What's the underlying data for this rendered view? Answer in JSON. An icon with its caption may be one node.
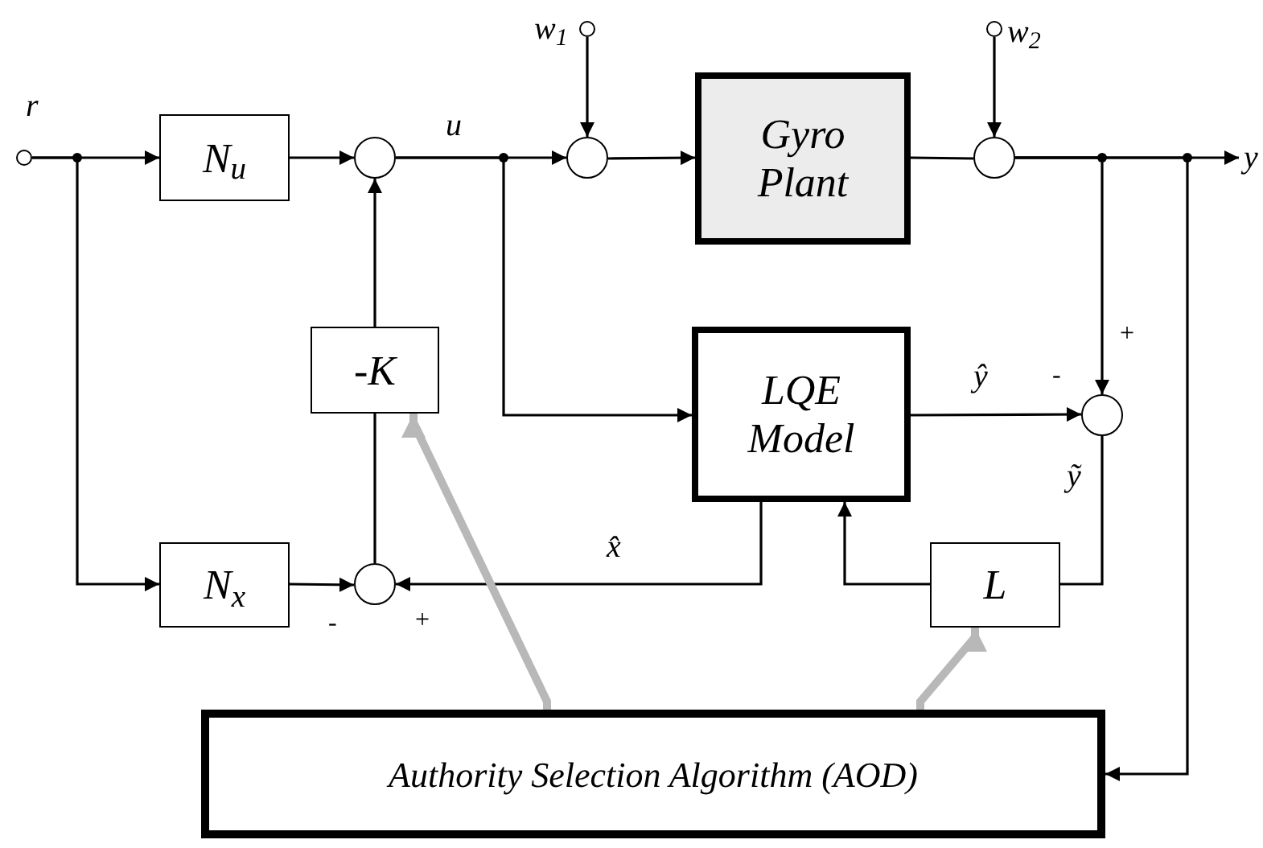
{
  "diagram": {
    "nodes": [
      {
        "text": [],
        "shape": "circle",
        "beside": [
          "r"
        ]
      },
      {
        "text": [
          "N$_{u}$"
        ]
      },
      {
        "text": [],
        "shape": "circle"
      },
      {
        "text": [],
        "shape": "circle",
        "beside": [
          "w$_{1}$"
        ]
      },
      {
        "text": [],
        "shape": "circle"
      },
      {
        "text": [
          "Gyro Plant"
        ]
      },
      {
        "text": [],
        "shape": "circle",
        "beside": [
          "w$_{2}$"
        ]
      },
      {
        "text": [],
        "shape": "circle"
      },
      {
        "text": [
          "y"
        ]
      },
      {
        "text": [
          "-K"
        ]
      },
      {
        "text": [
          "LQE Model"
        ]
      },
      {
        "text": [],
        "shape": "circle"
      },
      {
        "text": [
          "N$_{x}$"
        ]
      },
      {
        "text": [],
        "shape": "circle"
      },
      {
        "text": [
          "L"
        ]
      },
      {
        "text": [
          "Authority Selection Algorithm (AOD)"
        ]
      }
    ],
    "edges": [
      {
        "from": 0,
        "to": 1,
        "arrow": "to"
      },
      {
        "from": 0,
        "to": 12,
        "arrow": "to"
      },
      {
        "from": 1,
        "to": 2,
        "arrow": "to"
      },
      {
        "from": 9,
        "to": 2,
        "arrow": "to"
      },
      {
        "from": 2,
        "to": 4,
        "arrow": "to",
        "label": "u"
      },
      {
        "from": 2,
        "to": 10,
        "arrow": "to"
      },
      {
        "from": 3,
        "to": 4,
        "arrow": "to"
      },
      {
        "from": 4,
        "to": 5,
        "arrow": "to"
      },
      {
        "from": 5,
        "to": 7,
        "arrow": "none"
      },
      {
        "from": 6,
        "to": 7,
        "arrow": "to"
      },
      {
        "from": 7,
        "to": 8,
        "arrow": "to"
      },
      {
        "from": 7,
        "to": 11,
        "arrow": "to"
      },
      {
        "from": 7,
        "to": 15,
        "arrow": "to"
      },
      {
        "from": 10,
        "to": 11,
        "arrow": "to",
        "label": "ŷ"
      },
      {
        "from": 11,
        "to": 14,
        "arrow": "none",
        "label": "ỹ"
      },
      {
        "from": 14,
        "to": 10,
        "arrow": "to"
      },
      {
        "from": 10,
        "to": 13,
        "arrow": "to",
        "label": "x̂"
      },
      {
        "from": 12,
        "to": 13,
        "arrow": "to"
      },
      {
        "from": 13,
        "to": 9,
        "arrow": "none"
      },
      {
        "from": 15,
        "to": 9,
        "arrow": "to",
        "style": "thick",
        "color": "#b8b8b8"
      },
      {
        "from": 15,
        "to": 14,
        "arrow": "to",
        "style": "thick",
        "color": "#b8b8b8"
      }
    ],
    "labels": [
      "+",
      "-",
      "-",
      "+"
    ]
  }
}
